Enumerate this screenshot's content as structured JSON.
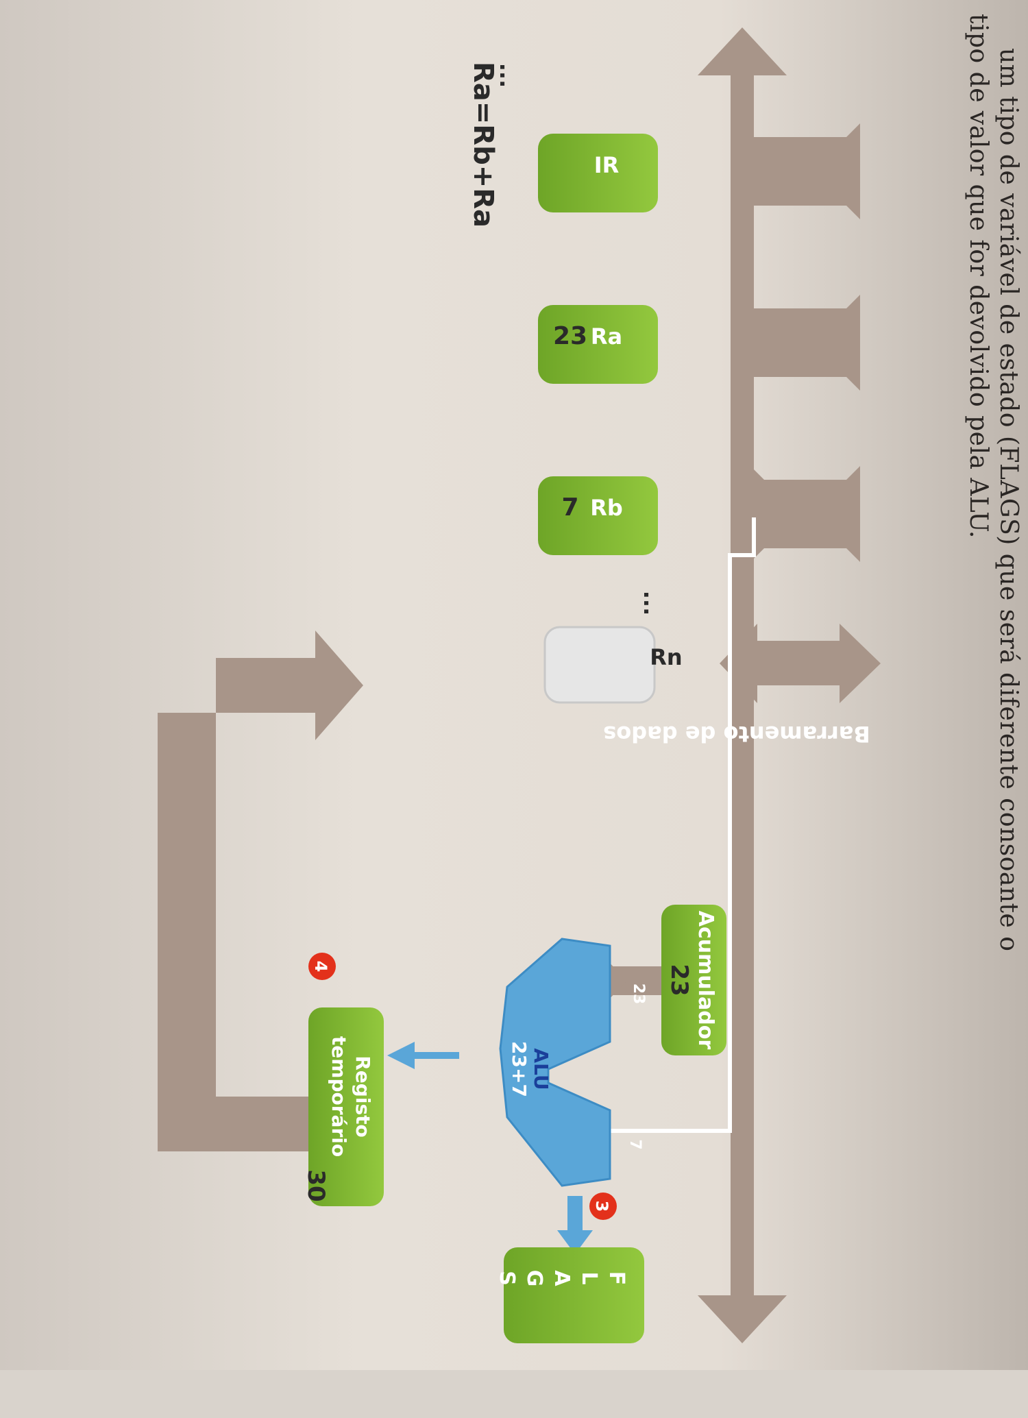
{
  "intro_text": {
    "line1": "um tipo de variável de estado (FLAGS) que será diferente consoante o",
    "line2": "tipo de valor que for devolvido pela ALU."
  },
  "diagram": {
    "bus_label": "Barramento de dados",
    "left_ellipsis": "...",
    "instruction": "Ra=Rb+Ra",
    "registers": [
      {
        "name": "IR",
        "value": ""
      },
      {
        "name": "Ra",
        "value": "23"
      },
      {
        "name": "Rb",
        "value": "7"
      },
      {
        "name": "Rn",
        "value": ""
      }
    ],
    "middle_ellipsis": "...",
    "accumulator": {
      "name": "Acumulador",
      "value": "23"
    },
    "alu": {
      "name": "ALU",
      "expression": "23+7",
      "input_a": "23",
      "input_b": "7"
    },
    "temp_register": {
      "name_line1": "Registo",
      "name_line2": "temporário",
      "value": "30"
    },
    "flags": {
      "letters": [
        "F",
        "L",
        "A",
        "G",
        "S"
      ]
    },
    "steps": {
      "step3": "3",
      "step4": "4"
    },
    "colors": {
      "bus": "#a89589",
      "register_green": "#7fb733",
      "register_grey": "#e6e6e6",
      "alu_blue": "#5aa6d8",
      "step_red": "#e3311b"
    }
  }
}
